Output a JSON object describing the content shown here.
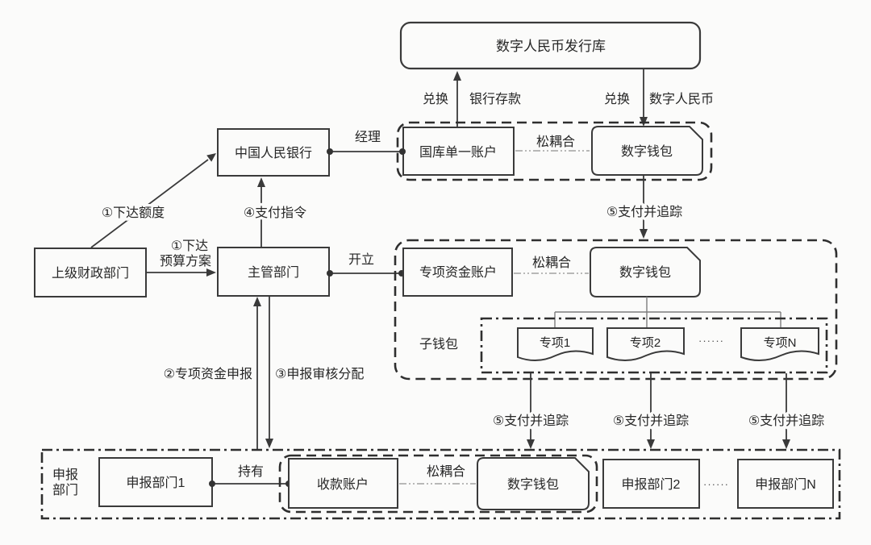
{
  "colors": {
    "background": "#fbfbfa",
    "line": "#3a3a3a",
    "text": "#262626",
    "light_line": "#7d7d7d"
  },
  "nodes": {
    "issuance_repository": "数字人民币发行库",
    "pboc": "中国人民银行",
    "treasury_single_account": "国库单一账户",
    "digital_wallet": "数字钱包",
    "superior_finance_dept": "上级财政部门",
    "competent_dept": "主管部门",
    "special_fund_account": "专项资金账户",
    "special_1": "专项1",
    "special_2": "专项2",
    "special_n": "专项N",
    "declaring_dept_1": "申报部门1",
    "receiving_account": "收款账户",
    "declaring_dept_2": "申报部门2",
    "declaring_dept_n": "申报部门N",
    "ellipsis": "······"
  },
  "group_labels": {
    "sub_wallet": "子钱包",
    "declaring_dept_line1": "申报",
    "declaring_dept_line2": "部门"
  },
  "edge_labels": {
    "exchange": "兑换",
    "bank_deposit": "银行存款",
    "digital_rmb": "数字人民币",
    "manager": "经理",
    "loose_coupling": "松耦合",
    "step1_quota": "①下达额度",
    "step1_budget_line1": "①下达",
    "step1_budget_line2": "预算方案",
    "step4_payment_order": "④支付指令",
    "step5_pay_and_track": "⑤支付并追踪",
    "open_account": "开立",
    "step2_fund_declare": "②专项资金申报",
    "step3_review_allocate": "③申报审核分配",
    "hold": "持有"
  }
}
